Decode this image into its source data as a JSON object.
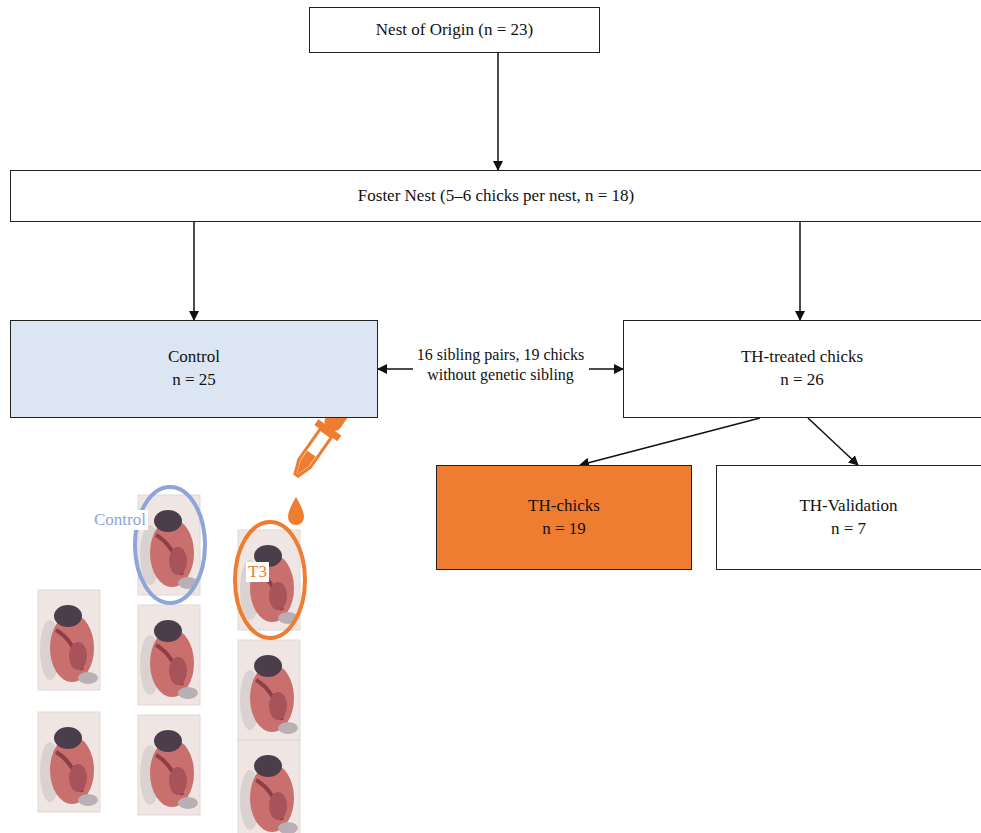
{
  "diagram": {
    "nodes": [
      {
        "text": [
          "Nest of Origin (n = 23)"
        ]
      },
      {
        "text": [
          "Foster Nest (5–6 chicks per nest, n = 18)"
        ]
      },
      {
        "text": [
          "Control",
          "n = 25"
        ]
      },
      {
        "text": [
          "TH-treated chicks",
          "n = 26"
        ]
      },
      {
        "text": [
          "TH-chicks",
          "n = 19"
        ]
      },
      {
        "text": [
          "TH-Validation",
          "n = 7"
        ]
      }
    ],
    "edges": [
      {
        "from": 0,
        "to": 1,
        "arrow": "to"
      },
      {
        "from": 1,
        "to": 2,
        "arrow": "to"
      },
      {
        "from": 1,
        "to": 3,
        "arrow": "to"
      },
      {
        "from": 2,
        "to": 3,
        "label": "16 sibling pairs, 19 chicks without genetic sibling",
        "arrow": "both"
      },
      {
        "from": 3,
        "to": 4,
        "arrow": "to"
      },
      {
        "from": 3,
        "to": 5,
        "arrow": "to"
      }
    ],
    "labels": [
      "Control",
      "T3"
    ]
  }
}
